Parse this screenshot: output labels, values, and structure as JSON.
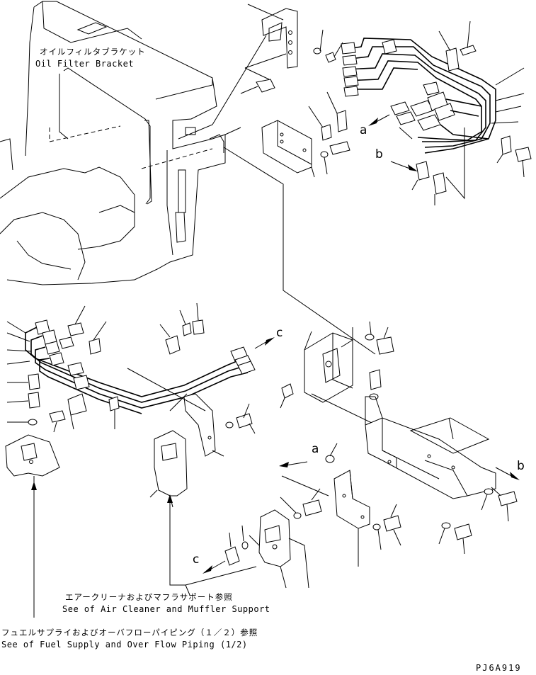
{
  "labels": {
    "oil_filter_bracket_jp": "オイルフィルタブラケット",
    "oil_filter_bracket_en": "Oil Filter Bracket",
    "air_cleaner_jp": "エアークリーナおよびマフラサポート参照",
    "air_cleaner_en": "See of Air Cleaner and Muffler Support",
    "fuel_supply_jp": "フュエルサプライおよびオーバフローパイピング（１／２）参照",
    "fuel_supply_en": "See of Fuel Supply and Over Flow Piping (1/2)",
    "drawing_code": "PJ6A919"
  },
  "callouts": {
    "a_top": "a",
    "b_top": "b",
    "c_mid": "c",
    "a_low": "a",
    "b_low": "b",
    "c_low": "c"
  }
}
